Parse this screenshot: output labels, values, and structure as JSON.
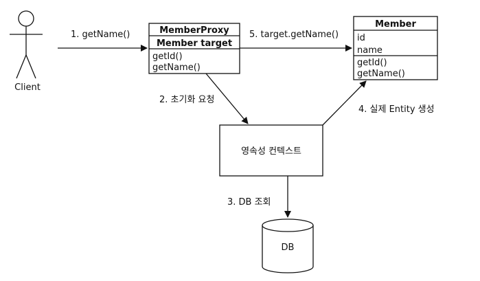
{
  "actor": {
    "label": "Client"
  },
  "proxy_class": {
    "title": "MemberProxy",
    "field": "Member target",
    "methods": [
      "getId()",
      "getName()"
    ]
  },
  "member_class": {
    "title": "Member",
    "fields": [
      "id",
      "name"
    ],
    "methods": [
      "getId()",
      "getName()"
    ]
  },
  "persistence_context": {
    "label": "영속성 컨텍스트"
  },
  "database": {
    "label": "DB"
  },
  "steps": {
    "step1": "1. getName()",
    "step2": "2. 초기화 요청",
    "step3": "3. DB 조회",
    "step4": "4. 실제 Entity 생성",
    "step5": "5. target.getName()"
  },
  "colors": {
    "stroke": "#111111",
    "background": "#ffffff"
  }
}
